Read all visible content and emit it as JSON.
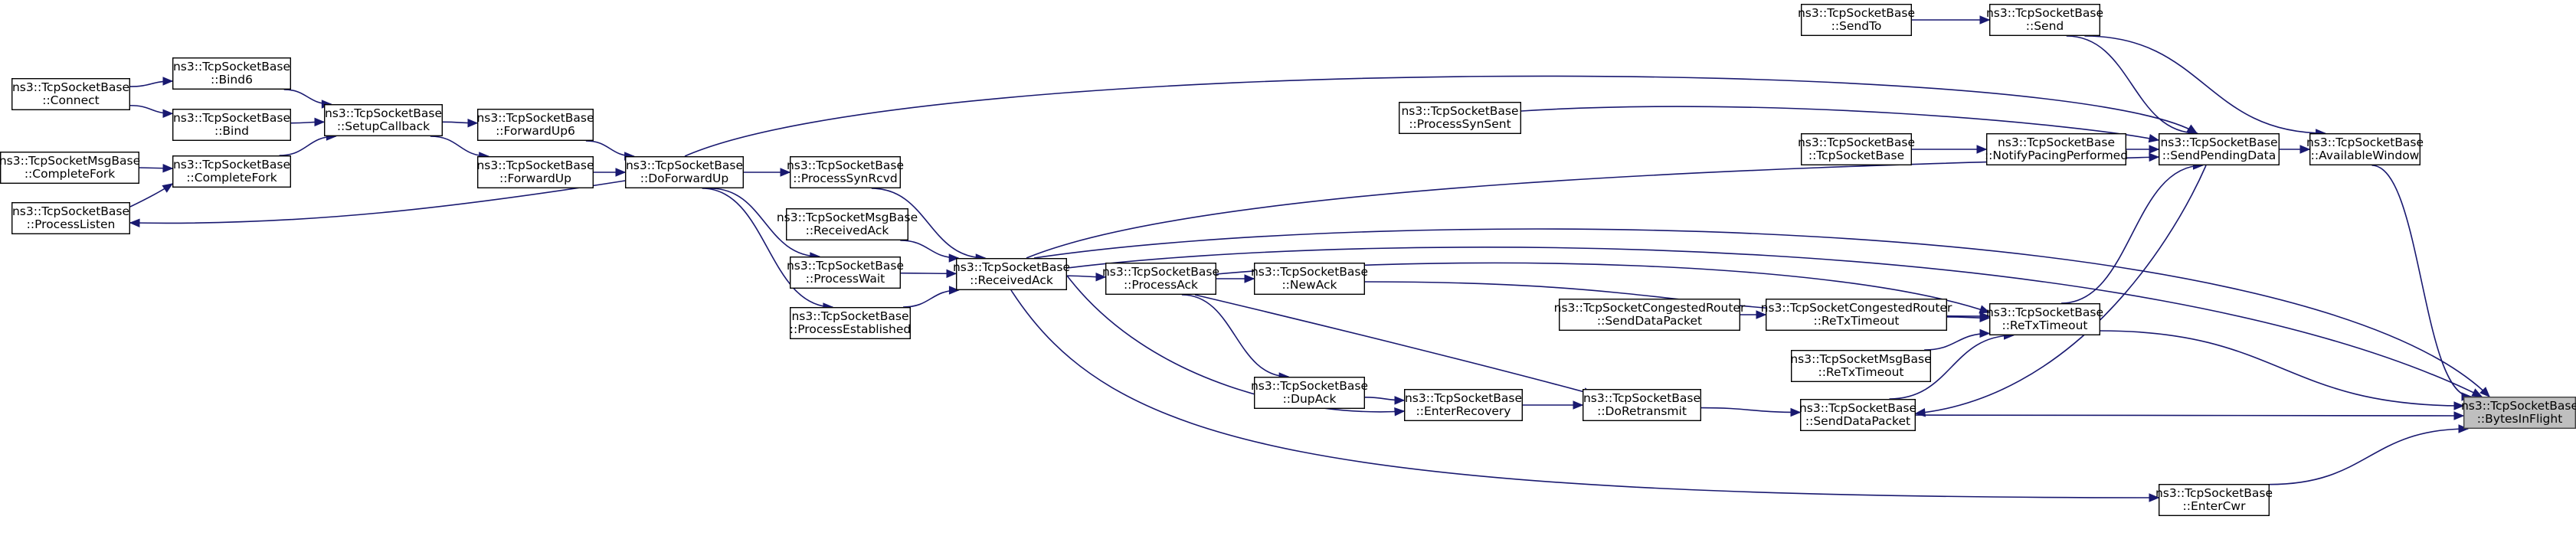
{
  "colors": {
    "edge": "#191970",
    "node_border": "#000000",
    "focus_fill": "#bfbfbf",
    "background": "#ffffff"
  },
  "nodes": {
    "focus": {
      "l1": "ns3::TcpSocketBase",
      "l2": "::BytesInFlight"
    },
    "available_window": {
      "l1": "ns3::TcpSocketBase",
      "l2": "::AvailableWindow"
    },
    "send": {
      "l1": "ns3::TcpSocketBase",
      "l2": "::Send"
    },
    "send_to": {
      "l1": "ns3::TcpSocketBase",
      "l2": "::SendTo"
    },
    "send_pending_data": {
      "l1": "ns3::TcpSocketBase",
      "l2": "::SendPendingData"
    },
    "notify_pacing_performed": {
      "l1": "ns3::TcpSocketBase",
      "l2": "::NotifyPacingPerformed"
    },
    "ctor": {
      "l1": "ns3::TcpSocketBase",
      "l2": "::TcpSocketBase"
    },
    "process_syn_sent": {
      "l1": "ns3::TcpSocketBase",
      "l2": "::ProcessSynSent"
    },
    "re_tx_timeout": {
      "l1": "ns3::TcpSocketBase",
      "l2": "::ReTxTimeout"
    },
    "congested_re_tx_timeout": {
      "l1": "ns3::TcpSocketCongestedRouter",
      "l2": "::ReTxTimeout"
    },
    "congested_send_data_packet": {
      "l1": "ns3::TcpSocketCongestedRouter",
      "l2": "::SendDataPacket"
    },
    "msg_re_tx_timeout": {
      "l1": "ns3::TcpSocketMsgBase",
      "l2": "::ReTxTimeout"
    },
    "send_data_packet": {
      "l1": "ns3::TcpSocketBase",
      "l2": "::SendDataPacket"
    },
    "do_retransmit": {
      "l1": "ns3::TcpSocketBase",
      "l2": "::DoRetransmit"
    },
    "enter_recovery": {
      "l1": "ns3::TcpSocketBase",
      "l2": "::EnterRecovery"
    },
    "dup_ack": {
      "l1": "ns3::TcpSocketBase",
      "l2": "::DupAck"
    },
    "new_ack": {
      "l1": "ns3::TcpSocketBase",
      "l2": "::NewAck"
    },
    "process_ack": {
      "l1": "ns3::TcpSocketBase",
      "l2": "::ProcessAck"
    },
    "enter_cwr": {
      "l1": "ns3::TcpSocketBase",
      "l2": "::EnterCwr"
    },
    "received_ack": {
      "l1": "ns3::TcpSocketBase",
      "l2": "::ReceivedAck"
    },
    "process_syn_rcvd": {
      "l1": "ns3::TcpSocketBase",
      "l2": "::ProcessSynRcvd"
    },
    "msg_received_ack": {
      "l1": "ns3::TcpSocketMsgBase",
      "l2": "::ReceivedAck"
    },
    "process_wait": {
      "l1": "ns3::TcpSocketBase",
      "l2": "::ProcessWait"
    },
    "process_established": {
      "l1": "ns3::TcpSocketBase",
      "l2": "::ProcessEstablished"
    },
    "do_forward_up": {
      "l1": "ns3::TcpSocketBase",
      "l2": "::DoForwardUp"
    },
    "forward_up6": {
      "l1": "ns3::TcpSocketBase",
      "l2": "::ForwardUp6"
    },
    "forward_up": {
      "l1": "ns3::TcpSocketBase",
      "l2": "::ForwardUp"
    },
    "setup_callback": {
      "l1": "ns3::TcpSocketBase",
      "l2": "::SetupCallback"
    },
    "bind6": {
      "l1": "ns3::TcpSocketBase",
      "l2": "::Bind6"
    },
    "bind": {
      "l1": "ns3::TcpSocketBase",
      "l2": "::Bind"
    },
    "complete_fork": {
      "l1": "ns3::TcpSocketBase",
      "l2": "::CompleteFork"
    },
    "msg_complete_fork": {
      "l1": "ns3::TcpSocketMsgBase",
      "l2": "::CompleteFork"
    },
    "connect": {
      "l1": "ns3::TcpSocketBase",
      "l2": "::Connect"
    },
    "process_listen": {
      "l1": "ns3::TcpSocketBase",
      "l2": "::ProcessListen"
    }
  },
  "edges": [
    {
      "from": "available_window",
      "to": "focus"
    },
    {
      "from": "send_pending_data",
      "to": "available_window"
    },
    {
      "from": "send",
      "to": "available_window"
    },
    {
      "from": "send_to",
      "to": "send"
    },
    {
      "from": "send",
      "to": "send_pending_data"
    },
    {
      "from": "notify_pacing_performed",
      "to": "send_pending_data"
    },
    {
      "from": "ctor",
      "to": "notify_pacing_performed"
    },
    {
      "from": "process_syn_sent",
      "to": "send_pending_data"
    },
    {
      "from": "do_forward_up",
      "to": "send_pending_data"
    },
    {
      "from": "received_ack",
      "to": "send_pending_data"
    },
    {
      "from": "re_tx_timeout",
      "to": "send_pending_data"
    },
    {
      "from": "send_pending_data",
      "to": "send_data_packet"
    },
    {
      "from": "re_tx_timeout",
      "to": "focus"
    },
    {
      "from": "congested_re_tx_timeout",
      "to": "re_tx_timeout"
    },
    {
      "from": "congested_send_data_packet",
      "to": "congested_re_tx_timeout"
    },
    {
      "from": "msg_re_tx_timeout",
      "to": "re_tx_timeout"
    },
    {
      "from": "send_data_packet",
      "to": "re_tx_timeout"
    },
    {
      "from": "process_ack",
      "to": "re_tx_timeout"
    },
    {
      "from": "send_data_packet",
      "to": "focus"
    },
    {
      "from": "do_retransmit",
      "to": "send_data_packet"
    },
    {
      "from": "enter_recovery",
      "to": "do_retransmit"
    },
    {
      "from": "process_ack",
      "to": "do_retransmit"
    },
    {
      "from": "dup_ack",
      "to": "enter_recovery"
    },
    {
      "from": "process_ack",
      "to": "dup_ack"
    },
    {
      "from": "new_ack",
      "to": "re_tx_timeout"
    },
    {
      "from": "process_ack",
      "to": "new_ack"
    },
    {
      "from": "received_ack",
      "to": "process_ack"
    },
    {
      "from": "received_ack",
      "to": "focus"
    },
    {
      "from": "received_ack",
      "to": "enter_recovery"
    },
    {
      "from": "received_ack",
      "to": "enter_cwr"
    },
    {
      "from": "enter_cwr",
      "to": "focus"
    },
    {
      "from": "process_syn_rcvd",
      "to": "received_ack"
    },
    {
      "from": "msg_received_ack",
      "to": "received_ack"
    },
    {
      "from": "process_wait",
      "to": "received_ack"
    },
    {
      "from": "process_established",
      "to": "received_ack"
    },
    {
      "from": "do_forward_up",
      "to": "process_syn_rcvd"
    },
    {
      "from": "do_forward_up",
      "to": "process_wait"
    },
    {
      "from": "do_forward_up",
      "to": "process_established"
    },
    {
      "from": "do_forward_up",
      "to": "process_listen"
    },
    {
      "from": "do_forward_up",
      "to": "focus"
    },
    {
      "from": "forward_up6",
      "to": "do_forward_up"
    },
    {
      "from": "forward_up",
      "to": "do_forward_up"
    },
    {
      "from": "setup_callback",
      "to": "forward_up6"
    },
    {
      "from": "setup_callback",
      "to": "forward_up"
    },
    {
      "from": "bind6",
      "to": "setup_callback"
    },
    {
      "from": "bind",
      "to": "setup_callback"
    },
    {
      "from": "complete_fork",
      "to": "setup_callback"
    },
    {
      "from": "connect",
      "to": "bind6"
    },
    {
      "from": "connect",
      "to": "bind"
    },
    {
      "from": "msg_complete_fork",
      "to": "complete_fork"
    },
    {
      "from": "process_listen",
      "to": "complete_fork"
    }
  ]
}
